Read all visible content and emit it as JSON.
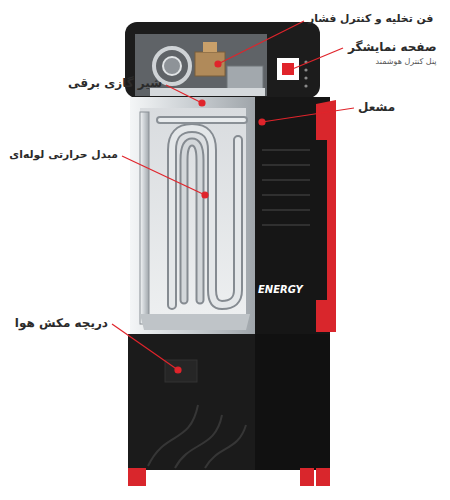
{
  "diagram": {
    "labels": [
      "فن تخلیه و کنترل فشار",
      "صفحه نمایشگر",
      "پنل کنترل هوشمند",
      "شیر گازی برقی",
      "مشعل",
      "مبدل حرارتی لوله‌ای",
      "ENERGY",
      "دریچه مکش هوا"
    ]
  }
}
